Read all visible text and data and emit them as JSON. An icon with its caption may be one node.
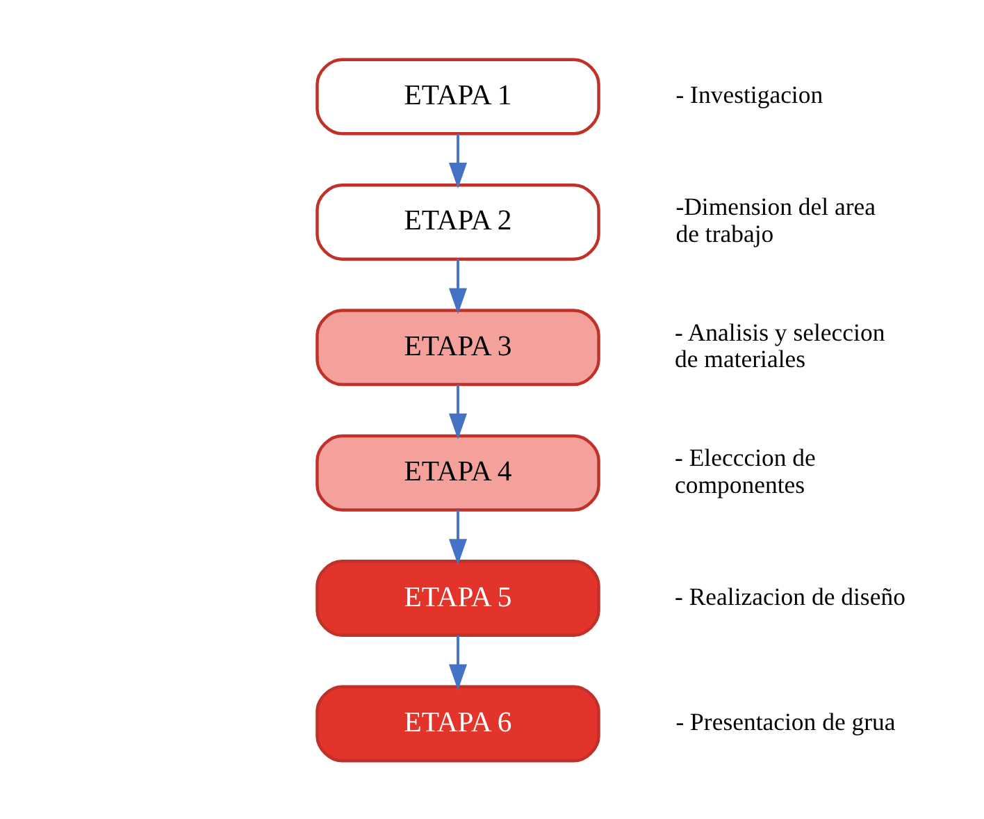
{
  "diagram": {
    "nodes": [
      {
        "text": [
          "ETAPA 1"
        ],
        "beside": [
          "- Investigacion"
        ]
      },
      {
        "text": [
          "ETAPA 2"
        ],
        "beside": [
          "-Dimension del area de trabajo"
        ]
      },
      {
        "text": [
          "ETAPA 3"
        ],
        "beside": [
          "- Analisis y seleccion de materiales"
        ]
      },
      {
        "text": [
          "ETAPA 4"
        ],
        "beside": [
          "- Elecccion de componentes"
        ]
      },
      {
        "text": [
          "ETAPA 5"
        ],
        "beside": [
          "- Realizacion de diseño"
        ]
      },
      {
        "text": [
          "ETAPA 6"
        ],
        "beside": [
          "- Presentacion de grua"
        ]
      }
    ],
    "edges": [
      {
        "from": 0,
        "to": 1,
        "arrow": "to"
      },
      {
        "from": 1,
        "to": 2,
        "arrow": "to"
      },
      {
        "from": 2,
        "to": 3,
        "arrow": "to"
      },
      {
        "from": 3,
        "to": 4,
        "arrow": "to"
      },
      {
        "from": 4,
        "to": 5,
        "arrow": "to"
      }
    ]
  }
}
